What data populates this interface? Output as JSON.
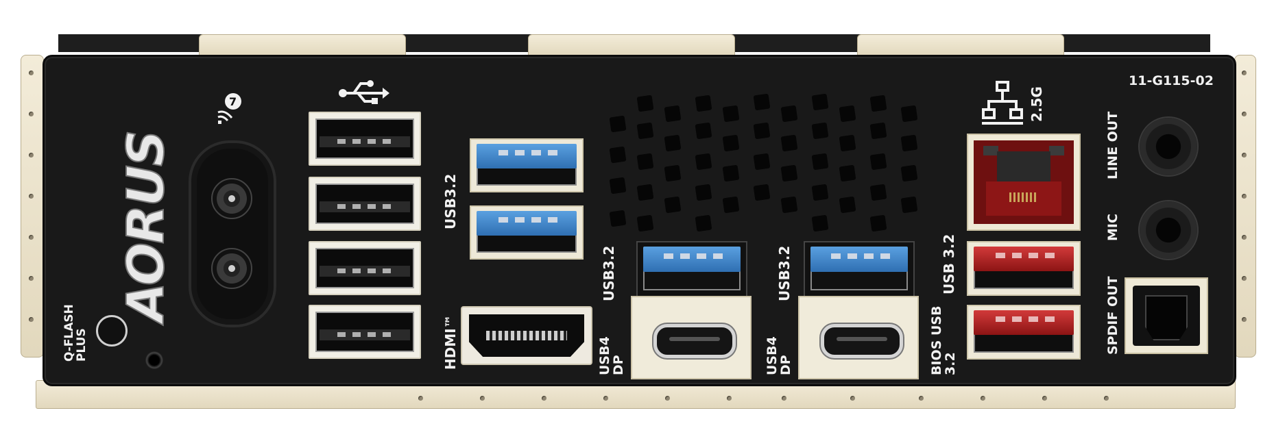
{
  "product_text": {
    "brand_logo": "AORUS",
    "part_number": "11-G115-02"
  },
  "labels": {
    "qflash": "Q-FLASH PLUS",
    "usb32_left": "USB3.2",
    "hdmi": "HDMI™",
    "usb32_mid1": "USB3.2",
    "usb4dp_1": "USB4 DP",
    "usb32_mid2": "USB3.2",
    "usb4dp_2": "USB4 DP",
    "lan_speed": "2.5G",
    "usb32_red1": "USB 3.2",
    "bios_usb": "BIOS USB 3.2",
    "line_out": "LINE OUT",
    "mic": "MIC",
    "spdif": "SPDIF OUT"
  },
  "icons": [
    "wifi-7-icon",
    "usb-icon",
    "network-icon",
    "audio-jack-icon"
  ],
  "colors": {
    "plate": "#191919",
    "metal": "#efe7d0",
    "usb3_blue": "#3a7fc6",
    "red_accent": "#b02020"
  }
}
